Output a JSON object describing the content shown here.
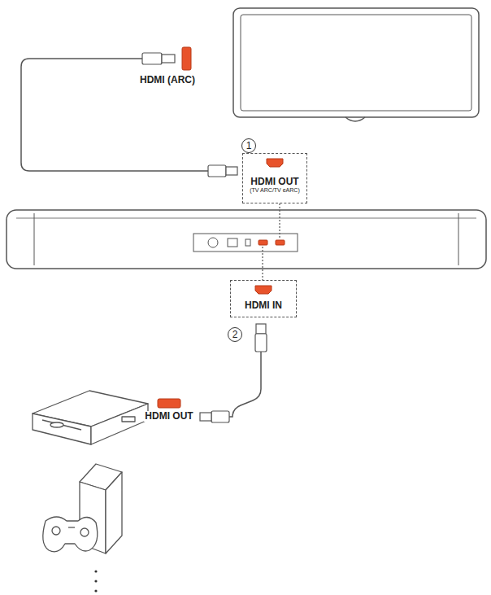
{
  "diagram": {
    "nodes": [
      {
        "text": [
          "1"
        ]
      },
      {
        "text": [
          "HDMI OUT",
          "(TV ARC/TV eARC)"
        ]
      },
      {
        "text": [
          "HDMI IN"
        ]
      },
      {
        "text": [
          "2"
        ]
      }
    ],
    "labels": [
      "HDMI (ARC)",
      "HDMI OUT"
    ]
  }
}
